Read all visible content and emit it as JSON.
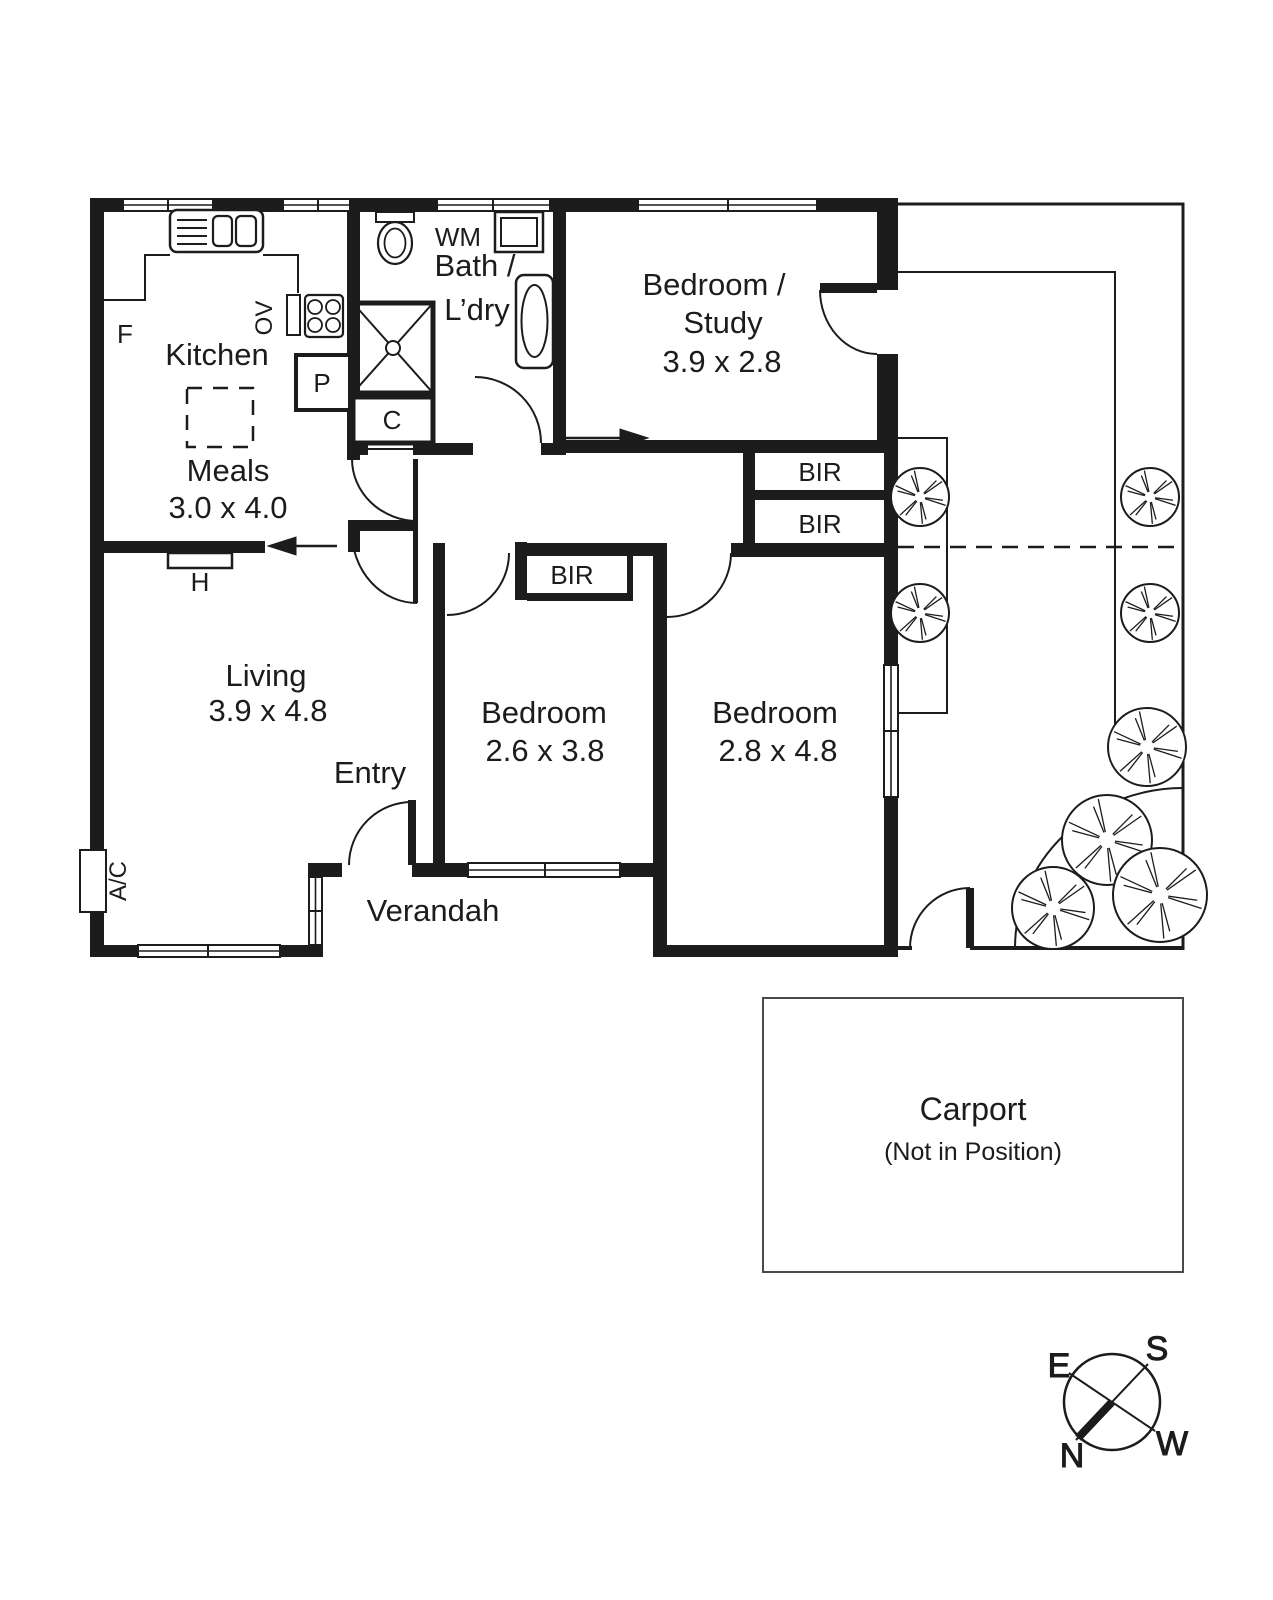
{
  "plan": {
    "rooms": {
      "kitchen": {
        "label": "Kitchen"
      },
      "meals": {
        "label": "Meals",
        "dims": "3.0 x 4.0"
      },
      "bath_laundry": {
        "label_line1": "Bath /",
        "label_line2": "L’dry"
      },
      "bedroom_study": {
        "label_line1": "Bedroom /",
        "label_line2": "Study",
        "dims": "3.9 x 2.8"
      },
      "living": {
        "label": "Living",
        "dims": "3.9 x 4.8"
      },
      "entry": {
        "label": "Entry"
      },
      "bedroom1": {
        "label": "Bedroom",
        "dims": "2.6 x 3.8"
      },
      "bedroom2": {
        "label": "Bedroom",
        "dims": "2.8 x 4.8"
      },
      "verandah": {
        "label": "Verandah"
      },
      "carport": {
        "label": "Carport",
        "note": "(Not in Position)"
      }
    },
    "fixtures": {
      "fridge": "F",
      "oven": "OV",
      "pantry": "P",
      "cupboard": "C",
      "washing_machine": "WM",
      "heater": "H",
      "air_conditioner": "A/C"
    },
    "wardrobe": {
      "bir": "BIR"
    },
    "compass": {
      "east": "E",
      "south": "S",
      "north": "N",
      "west": "W"
    },
    "colors": {
      "ink": "#1c1c1c",
      "background": "#ffffff"
    }
  }
}
